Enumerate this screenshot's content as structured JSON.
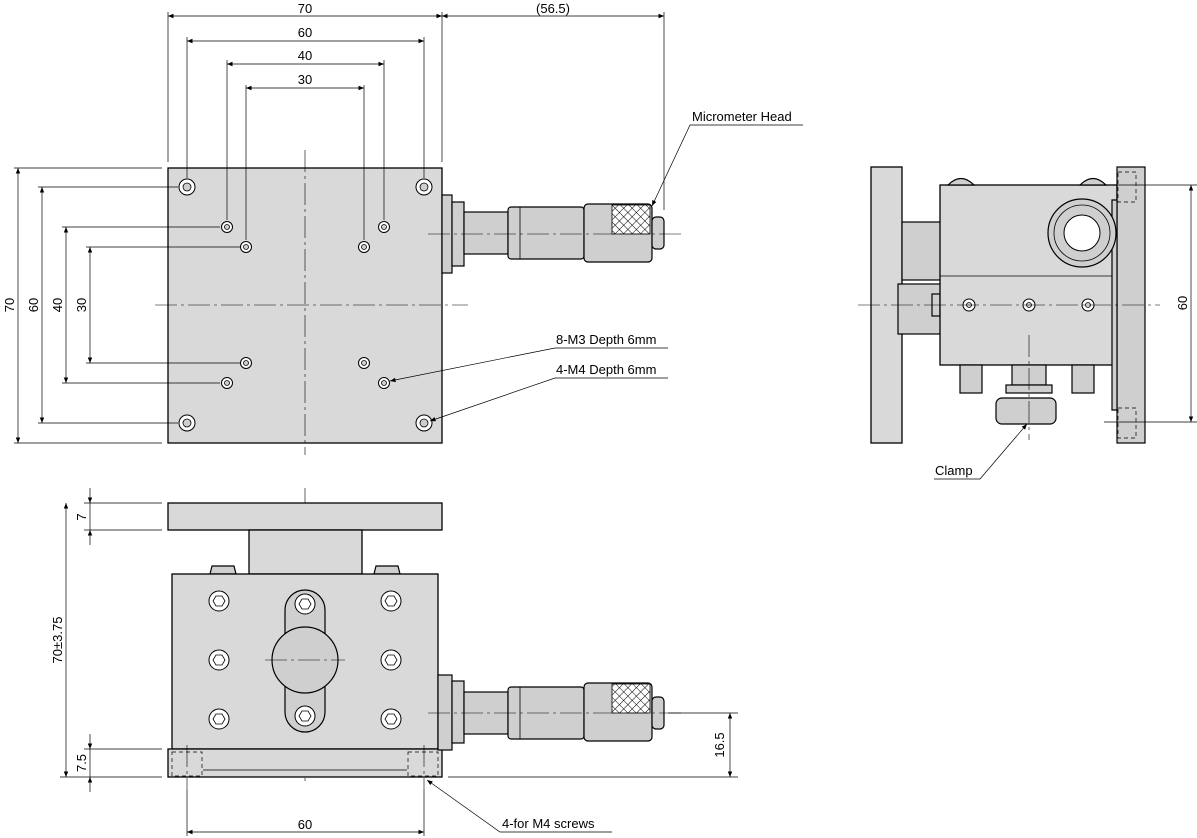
{
  "dimensions": {
    "top_width": "70",
    "top_micrometer": "(56.5)",
    "top_hole_pitch_outer": "60",
    "top_hole_pitch_mid": "40",
    "top_hole_pitch_inner": "30",
    "left_height": "70",
    "left_hole_pitch_outer": "60",
    "left_hole_pitch_mid": "40",
    "left_hole_pitch_inner": "30",
    "side_height": "60",
    "front_plate_thickness": "7",
    "front_total_height": "70±3.75",
    "front_base_thickness": "7.5",
    "front_micrometer_height": "16.5",
    "front_screw_pitch": "60"
  },
  "callouts": {
    "micrometer": "Micrometer Head",
    "m3_holes": "8-M3 Depth 6mm",
    "m4_holes": "4-M4 Depth 6mm",
    "clamp": "Clamp",
    "screws": "4-for M4 screws"
  }
}
